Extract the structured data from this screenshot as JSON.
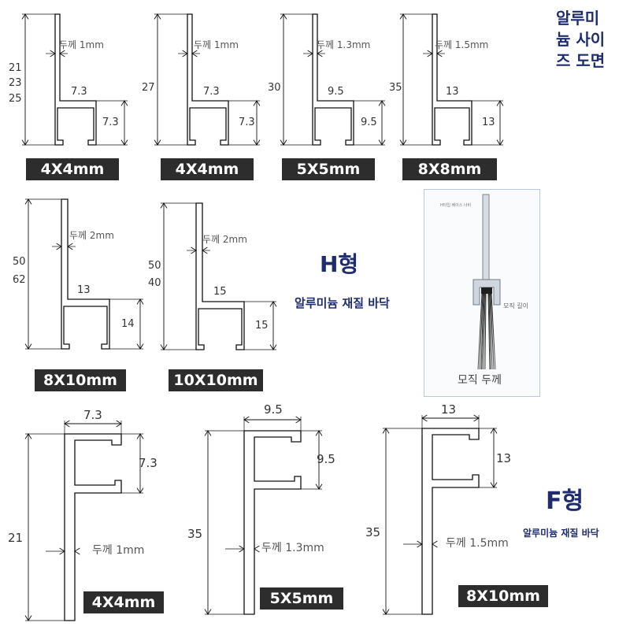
{
  "title": {
    "line1": "알루미",
    "line2": "늄 사이",
    "line3": "즈 도면"
  },
  "h_type": {
    "label": "H형",
    "subtitle": "알루미늄 재질 바닥",
    "scribble": ""
  },
  "f_type": {
    "label": "F형",
    "subtitle": "알루미늄 재질 바닥"
  },
  "colors": {
    "badge_bg": "#2d2d2d",
    "accent_navy": "#1f2d6e",
    "outline": "#111111"
  },
  "profiles": [
    {
      "dims": [
        "21",
        "23",
        "25"
      ],
      "thickness": "두께 1mm",
      "inner_width": "7.3",
      "inner_height": "7.3",
      "badge": "4X4mm"
    },
    {
      "dims": [
        "27"
      ],
      "thickness": "두께 1mm",
      "inner_width": "7.3",
      "inner_height": "7.3",
      "badge": "4X4mm"
    },
    {
      "dims": [
        "30"
      ],
      "thickness": "두께 1.3mm",
      "inner_width": "9.5",
      "inner_height": "9.5",
      "badge": "5X5mm"
    },
    {
      "dims": [
        "35"
      ],
      "thickness": "두께 1.5mm",
      "inner_width": "13",
      "inner_height": "13",
      "badge": "8X8mm"
    },
    {
      "dims": [
        "50",
        "62"
      ],
      "thickness": "두께 2mm",
      "inner_width": "13",
      "inner_height": "14",
      "badge": "8X10mm"
    },
    {
      "dims": [
        "50",
        "40"
      ],
      "thickness": "두께 2mm",
      "inner_width": "15",
      "inner_height": "15",
      "badge": "10X10mm"
    }
  ],
  "brush_photo": {
    "top_label": "H타입 베이스 너비",
    "brush_length_label": "모직 길이",
    "caption": "모직 두께"
  },
  "f_profiles": [
    {
      "height": "21",
      "width": "7.3",
      "slot": "7.3",
      "thickness": "두께 1mm",
      "badge": "4X4mm"
    },
    {
      "height": "35",
      "width": "9.5",
      "slot": "9.5",
      "thickness": "두께 1.3mm",
      "badge": "5X5mm"
    },
    {
      "height": "35",
      "width": "13",
      "slot": "13",
      "thickness": "두께 1.5mm",
      "badge": "8X10mm"
    }
  ]
}
